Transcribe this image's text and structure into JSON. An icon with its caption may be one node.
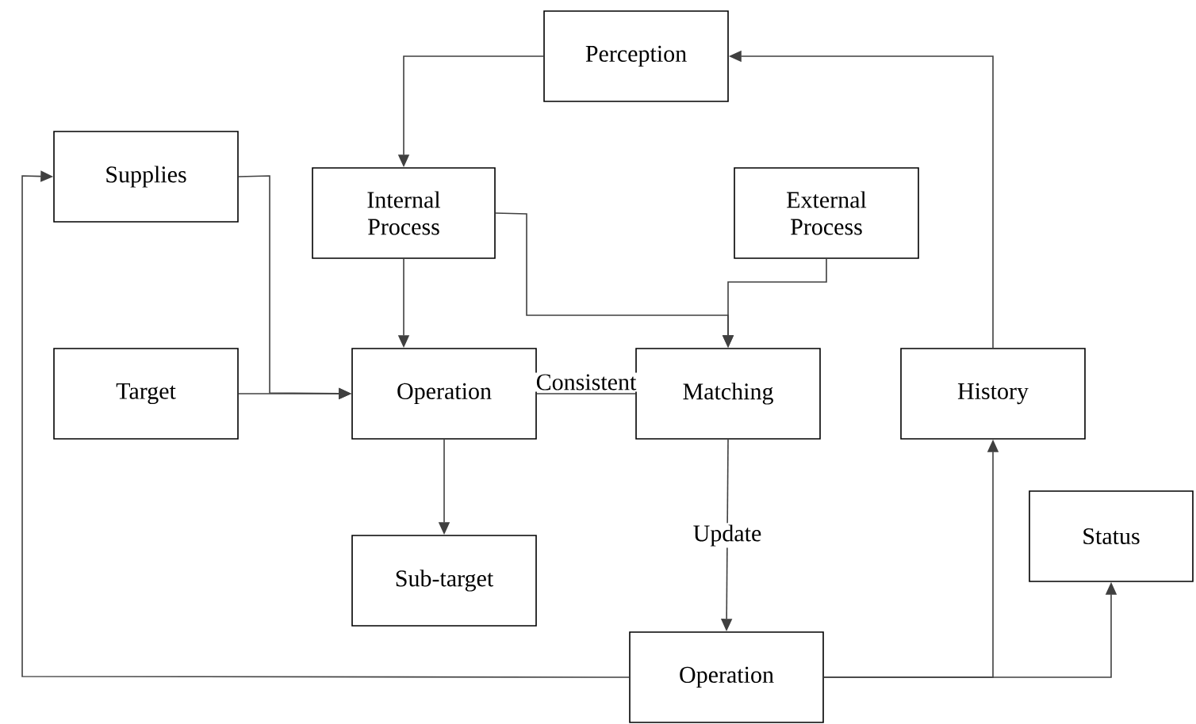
{
  "diagram": {
    "nodes": [
      {
        "text": [
          "Perception"
        ]
      },
      {
        "text": [
          "Supplies"
        ]
      },
      {
        "text": [
          "Internal Process"
        ]
      },
      {
        "text": [
          "External Process"
        ]
      },
      {
        "text": [
          "Target"
        ]
      },
      {
        "text": [
          "Operation"
        ]
      },
      {
        "text": [
          "Matching"
        ]
      },
      {
        "text": [
          "History"
        ]
      },
      {
        "text": [
          "Status"
        ]
      },
      {
        "text": [
          "Sub-target"
        ]
      },
      {
        "text": [
          "Operation"
        ]
      }
    ],
    "edges": [
      {
        "from": 0,
        "to": 2,
        "arrow": "to"
      },
      {
        "from": 7,
        "to": 0,
        "arrow": "to"
      },
      {
        "from": 1,
        "to": 5,
        "arrow": "to"
      },
      {
        "from": 4,
        "to": 5,
        "arrow": "to"
      },
      {
        "from": 2,
        "to": 5,
        "arrow": "to"
      },
      {
        "from": 2,
        "to": 6,
        "arrow": "to"
      },
      {
        "from": 3,
        "to": 6,
        "arrow": "to"
      },
      {
        "from": 5,
        "to": 6,
        "arrow": "none",
        "label": "Consistent"
      },
      {
        "from": 6,
        "to": 10,
        "arrow": "to",
        "label": "Update"
      },
      {
        "from": 10,
        "to": 7,
        "arrow": "to"
      },
      {
        "from": 10,
        "to": 8,
        "arrow": "to"
      },
      {
        "from": 10,
        "to": 1,
        "arrow": "to"
      },
      {
        "from": 5,
        "to": 9,
        "arrow": "to"
      }
    ]
  }
}
